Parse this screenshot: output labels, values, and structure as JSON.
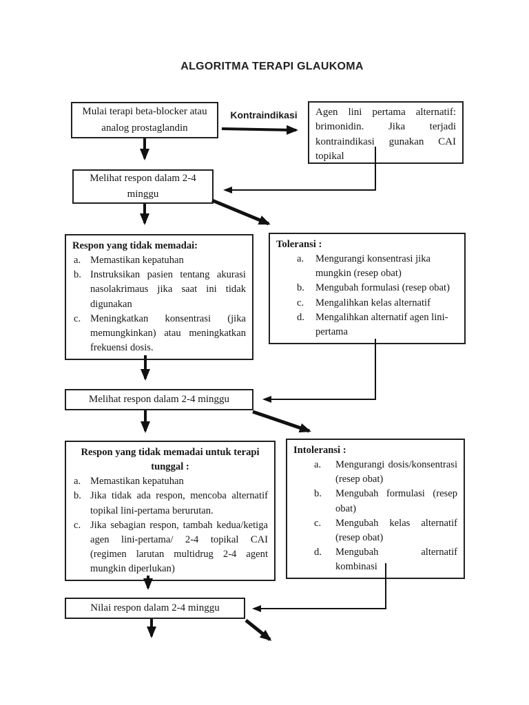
{
  "title": "ALGORITMA TERAPI GLAUKOMA",
  "edge_labels": {
    "kontraindikasi": "Kontraindikasi"
  },
  "nodes": {
    "start": "Mulai terapi beta-blocker atau analog prostaglandin",
    "alternative": "Agen lini pertama alternatif: brimonidin. Jika terjadi kontraindikasi gunakan CAI topikal",
    "review1": "Melihat respon dalam 2-4 minggu",
    "inadequate_response": {
      "title": "Respon yang tidak memadai:",
      "items": [
        {
          "m": "a.",
          "t": "Memastikan kepatuhan"
        },
        {
          "m": "b.",
          "t": "Instruksikan pasien tentang akurasi nasolakrimaus jika saat ini tidak digunakan"
        },
        {
          "m": "c.",
          "t": "Meningkatkan konsentrasi (jika memungkinkan) atau meningkatkan frekuensi dosis."
        }
      ]
    },
    "toleransi": {
      "title": "Toleransi :",
      "items": [
        {
          "m": "a.",
          "t": "Mengurangi konsentrasi jika mungkin (resep obat)"
        },
        {
          "m": "b.",
          "t": "Mengubah formulasi (resep obat)"
        },
        {
          "m": "c.",
          "t": "Mengalihkan kelas alternatif"
        },
        {
          "m": "d.",
          "t": "Mengalihkan alternatif agen lini-pertama"
        }
      ]
    },
    "review2": "Melihat respon dalam 2-4 minggu",
    "inadequate_monotherapy": {
      "title": "Respon yang tidak memadai untuk terapi tunggal :",
      "items": [
        {
          "m": "a.",
          "t": "Memastikan kepatuhan"
        },
        {
          "m": "b.",
          "t": "Jika tidak ada respon, mencoba alternatif topikal lini-pertama berurutan."
        },
        {
          "m": "c.",
          "t": "Jika sebagian respon, tambah kedua/ketiga agen lini-pertama/ 2-4 topikal CAI (regimen larutan multidrug 2-4 agent mungkin diperlukan)"
        }
      ]
    },
    "intoleransi": {
      "title": "Intoleransi :",
      "items": [
        {
          "m": "a.",
          "t": "Mengurangi dosis/konsentrasi (resep obat)"
        },
        {
          "m": "b.",
          "t": "Mengubah formulasi (resep obat)"
        },
        {
          "m": "c.",
          "t": "Mengubah kelas alternatif (resep obat)"
        },
        {
          "m": "d.",
          "t": "Mengubah alternatif kombinasi"
        }
      ]
    },
    "review3": "Nilai respon dalam 2-4 minggu"
  },
  "colors": {
    "ink": "#1b1b1b",
    "box_border": "#1f1f1f",
    "background": "#ffffff"
  }
}
